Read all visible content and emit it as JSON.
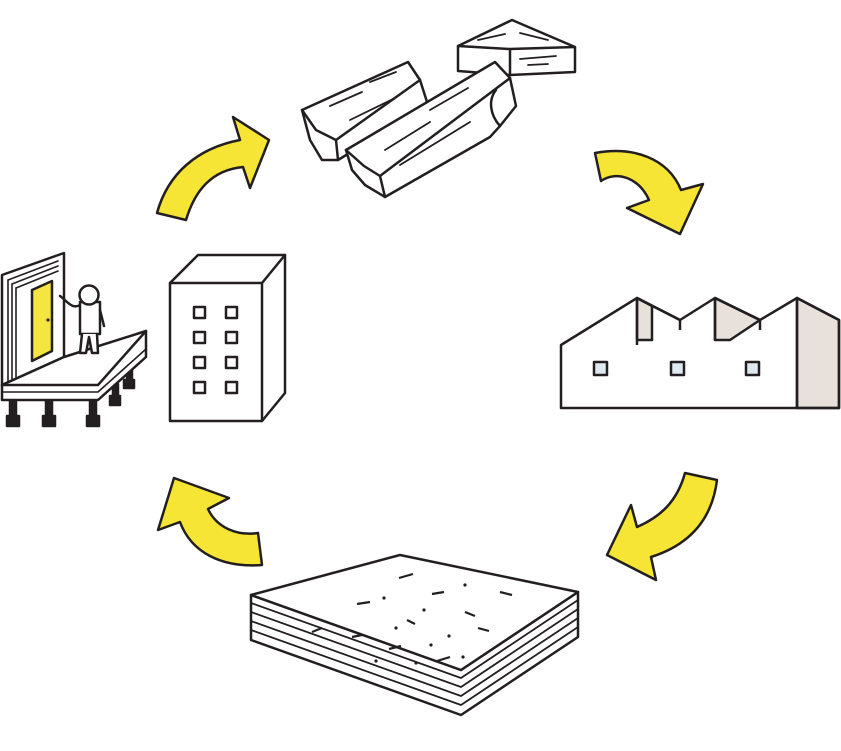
{
  "diagram": {
    "type": "cycle",
    "direction": "clockwise",
    "stages": [
      {
        "id": "timber",
        "icon": "wood-logs-icon"
      },
      {
        "id": "factory",
        "icon": "factory-icon"
      },
      {
        "id": "board",
        "icon": "particle-board-icon"
      },
      {
        "id": "buildings",
        "icon": "floor-system-and-building-icon"
      }
    ],
    "arrows": [
      {
        "from": "timber",
        "to": "factory"
      },
      {
        "from": "factory",
        "to": "board"
      },
      {
        "from": "board",
        "to": "buildings"
      },
      {
        "from": "buildings",
        "to": "timber"
      }
    ]
  },
  "colors": {
    "outline": "#231f20",
    "arrow_fill": "#f6e535",
    "door_fill": "#f4e542",
    "roof_shade": "#e8e1db",
    "window_fill": "#dfeaf0",
    "background": "#ffffff"
  }
}
